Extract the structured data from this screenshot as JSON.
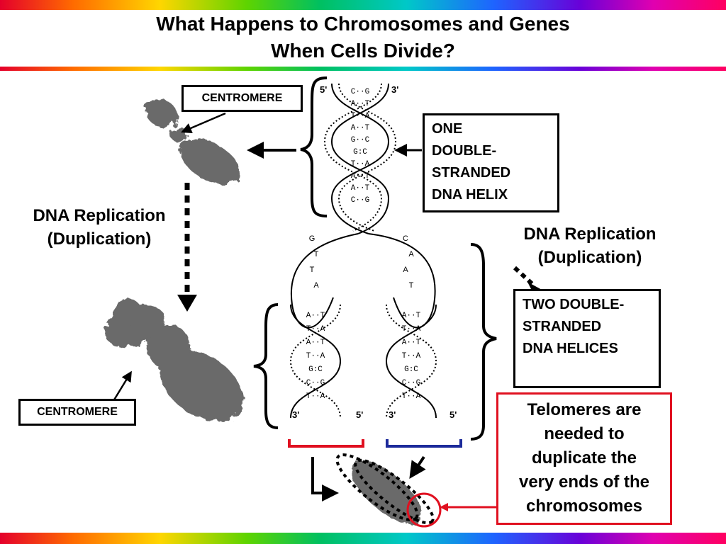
{
  "title_line1": "What Happens to Chromosomes and Genes",
  "title_line2": "When Cells Divide?",
  "centromere_top": "CENTROMERE",
  "centromere_bottom": "CENTROMERE",
  "left_replication_line1": "DNA Replication",
  "left_replication_line2": "(Duplication)",
  "right_replication_line1": "DNA Replication",
  "right_replication_line2": "(Duplication)",
  "one_helix": [
    "ONE",
    "DOUBLE-",
    "STRANDED",
    "DNA HELIX"
  ],
  "two_helices": [
    "TWO DOUBLE-",
    "STRANDED",
    "DNA HELICES"
  ],
  "telomeres": [
    "Telomeres are",
    "needed to",
    "duplicate the",
    "very ends of the",
    "chromosomes"
  ],
  "strand_labels": {
    "five_prime": "5'",
    "three_prime": "3'"
  },
  "base_pairs_top": [
    "C··G",
    "A··T",
    "T··A",
    "A··T",
    "G··C",
    "G:C",
    "T··A",
    "A··T",
    "A··T",
    "C··G"
  ],
  "base_pairs_daughter": [
    "A··T",
    "T··A",
    "A··T",
    "T··A",
    "G:C",
    "C··G",
    "T··A"
  ],
  "unwound_bases_left": [
    "G",
    "T",
    "T",
    "A"
  ],
  "unwound_bases_right": [
    "C",
    "A",
    "A",
    "T"
  ],
  "colors": {
    "red": "#e01020",
    "blue": "#1c2a9a",
    "chromosome": "#6a6a6a"
  }
}
